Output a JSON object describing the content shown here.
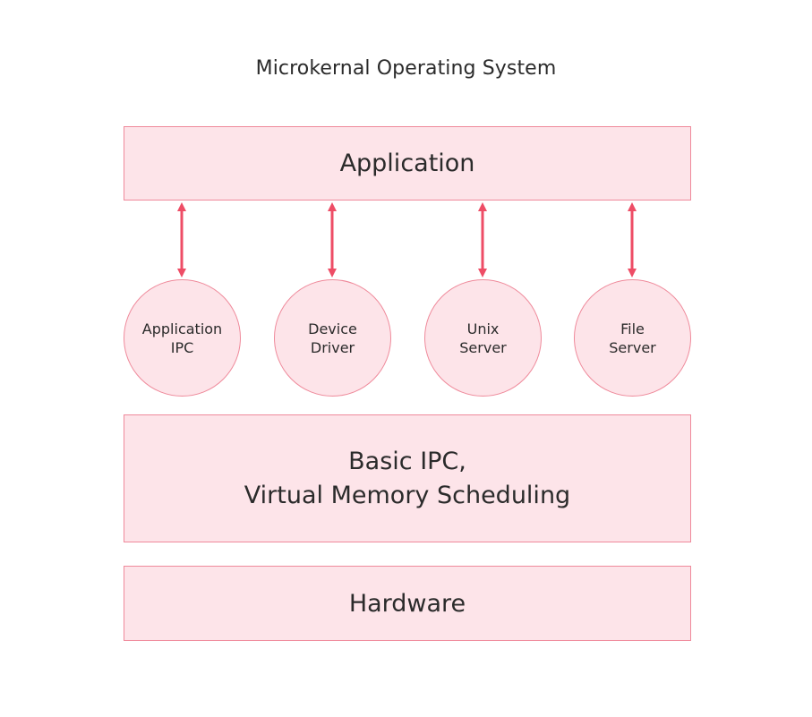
{
  "diagram": {
    "title": "Microkernal Operating System",
    "application_layer": "Application",
    "servers": [
      {
        "line1": "Application",
        "line2": "IPC"
      },
      {
        "line1": "Device",
        "line2": "Driver"
      },
      {
        "line1": "Unix",
        "line2": "Server"
      },
      {
        "line1": "File",
        "line2": "Server"
      }
    ],
    "kernel_layer": {
      "line1": "Basic IPC,",
      "line2": "Virtual Memory Scheduling"
    },
    "hardware_layer": "Hardware"
  },
  "colors": {
    "box_fill": "#fde4e9",
    "box_border": "#ef8a9b",
    "arrow": "#ee4d66",
    "text": "#2b2b2b"
  }
}
